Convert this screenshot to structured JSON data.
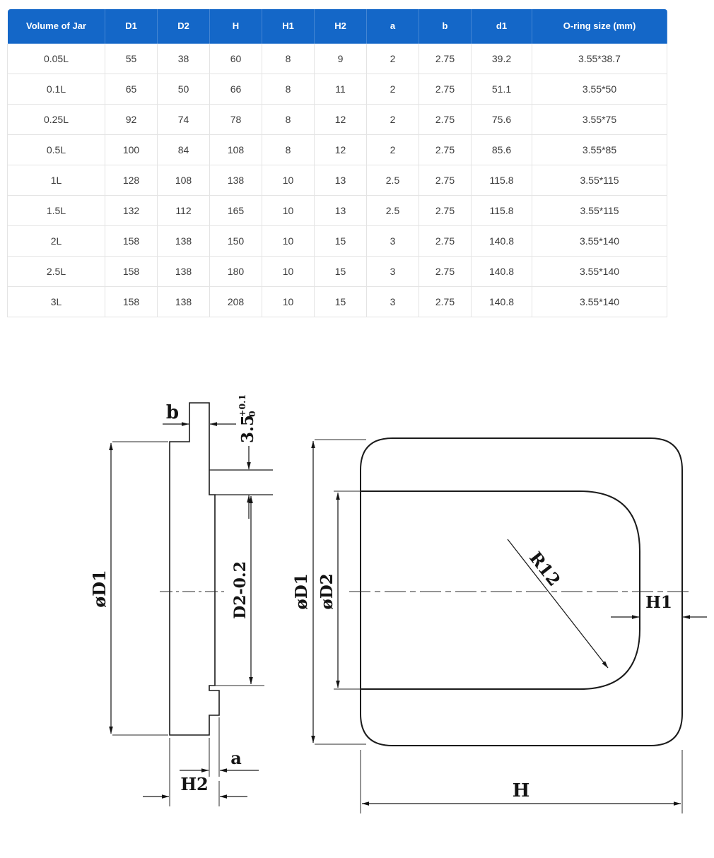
{
  "table": {
    "style": {
      "header_bg": "#1467c8",
      "header_text": "#ffffff",
      "grid_line": "#e4e4e4"
    },
    "headers": [
      "Volume of Jar",
      "D1",
      "D2",
      "H",
      "H1",
      "H2",
      "a",
      "b",
      "d1",
      "O-ring size (mm)"
    ],
    "rows": [
      [
        "0.05L",
        "55",
        "38",
        "60",
        "8",
        "9",
        "2",
        "2.75",
        "39.2",
        "3.55*38.7"
      ],
      [
        "0.1L",
        "65",
        "50",
        "66",
        "8",
        "11",
        "2",
        "2.75",
        "51.1",
        "3.55*50"
      ],
      [
        "0.25L",
        "92",
        "74",
        "78",
        "8",
        "12",
        "2",
        "2.75",
        "75.6",
        "3.55*75"
      ],
      [
        "0.5L",
        "100",
        "84",
        "108",
        "8",
        "12",
        "2",
        "2.75",
        "85.6",
        "3.55*85"
      ],
      [
        "1L",
        "128",
        "108",
        "138",
        "10",
        "13",
        "2.5",
        "2.75",
        "115.8",
        "3.55*115"
      ],
      [
        "1.5L",
        "132",
        "112",
        "165",
        "10",
        "13",
        "2.5",
        "2.75",
        "115.8",
        "3.55*115"
      ],
      [
        "2L",
        "158",
        "138",
        "150",
        "10",
        "15",
        "3",
        "2.75",
        "140.8",
        "3.55*140"
      ],
      [
        "2.5L",
        "158",
        "138",
        "180",
        "10",
        "15",
        "3",
        "2.75",
        "140.8",
        "3.55*140"
      ],
      [
        "3L",
        "158",
        "138",
        "208",
        "10",
        "15",
        "3",
        "2.75",
        "140.8",
        "3.55*140"
      ]
    ]
  },
  "drawing": {
    "left_view": {
      "dim_b": "b",
      "tol_value": "3.5",
      "tol_upper": "+0.1",
      "tol_lower": "0",
      "dim_d1": "øD1",
      "dim_d2": "D2-0.2",
      "dim_a": "a",
      "dim_h2": "H2"
    },
    "right_view": {
      "dim_d1": "øD1",
      "dim_d2": "øD2",
      "dim_r": "R12",
      "dim_h1": "H1",
      "dim_h": "H"
    }
  }
}
